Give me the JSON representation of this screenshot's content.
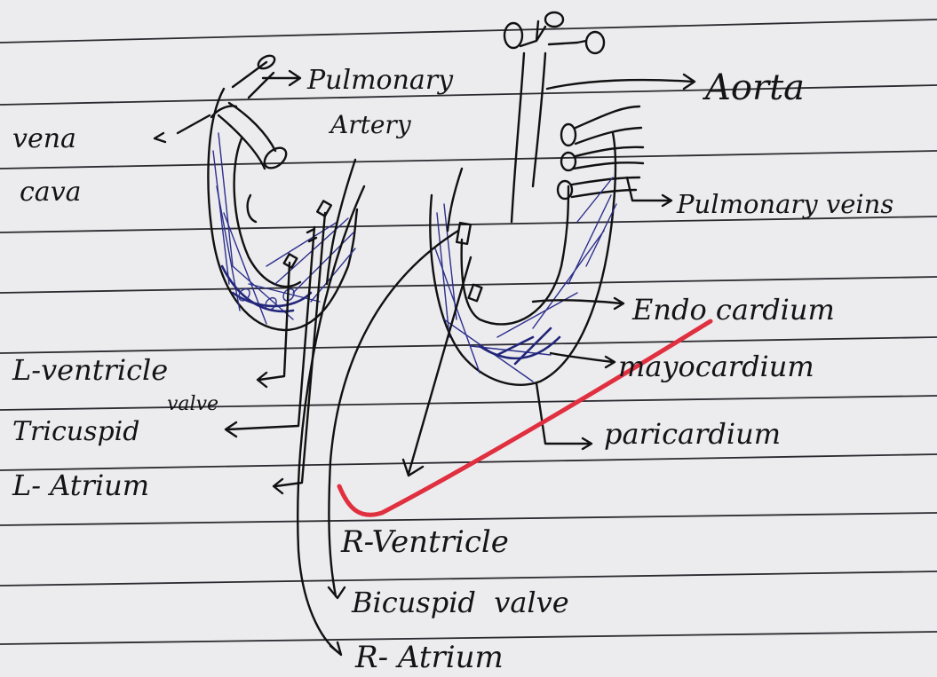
{
  "labels": {
    "pulmonary_artery_line1": "Pulmonary",
    "pulmonary_artery_line2": "Artery",
    "aorta": "Aorta",
    "vena_cava_line1": "vena",
    "vena_cava_line2": "cava",
    "pulmonary_veins": "Pulmonary veins",
    "endocardium": "Endo cardium",
    "myocardium": "mayocardium",
    "pericardium": "paricardium",
    "l_ventricle": "L-ventricle",
    "valve": "valve",
    "tricuspid": "Tricuspid",
    "l_atrium": "L- Atrium",
    "r_ventricle": "R-Ventricle",
    "bicuspid_valve": "Bicuspid  valve",
    "r_atrium": "R- Atrium"
  },
  "colors": {
    "paper": "#ececee",
    "ink": "#111111",
    "blue_ink": "#2c2f8c",
    "red_mark": "#e03040"
  }
}
